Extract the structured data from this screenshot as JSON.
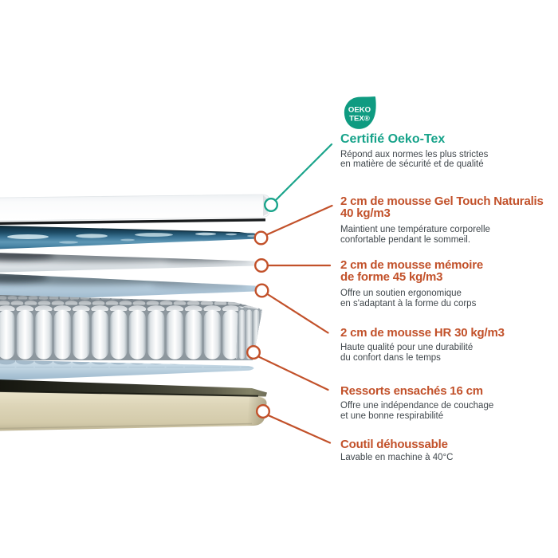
{
  "colors": {
    "teal_accent": "#17a38a",
    "orange_accent": "#c2512a",
    "body_text": "#40474c",
    "background": "#ffffff",
    "logo_green": "#0f9b81",
    "gel_blue": "#4f87a7",
    "foam_blue": "#b5cddd",
    "base_beige": "#d6cdaf"
  },
  "logo": {
    "line1": "OEKO",
    "line2": "TEX®"
  },
  "annotations": [
    {
      "id": "oeko-tex",
      "title": "Certifié Oeko-Tex",
      "body": "Répond aux normes les plus strictes\nen matière de sécurité et de qualité"
    },
    {
      "id": "gel-touch",
      "title": "2 cm de mousse Gel Touch Naturalis\n40 kg/m3",
      "body": "Maintient une température corporelle\nconfortable pendant le sommeil."
    },
    {
      "id": "memoire-de-forme",
      "title": "2 cm de mousse mémoire\nde forme 45 kg/m3",
      "body": "Offre un soutien ergonomique\nen s'adaptant à la forme du corps"
    },
    {
      "id": "mousse-hr",
      "title": "2 cm de mousse HR 30 kg/m3",
      "body": "Haute qualité pour une durabilité\ndu confort dans le temps"
    },
    {
      "id": "ressorts",
      "title": "Ressorts ensachés 16 cm",
      "body": "Offre une indépendance de couchage\net une bonne respirabilité"
    },
    {
      "id": "coutil",
      "title": "Coutil déhoussable",
      "body": "Lavable en machine à 40°C"
    }
  ]
}
